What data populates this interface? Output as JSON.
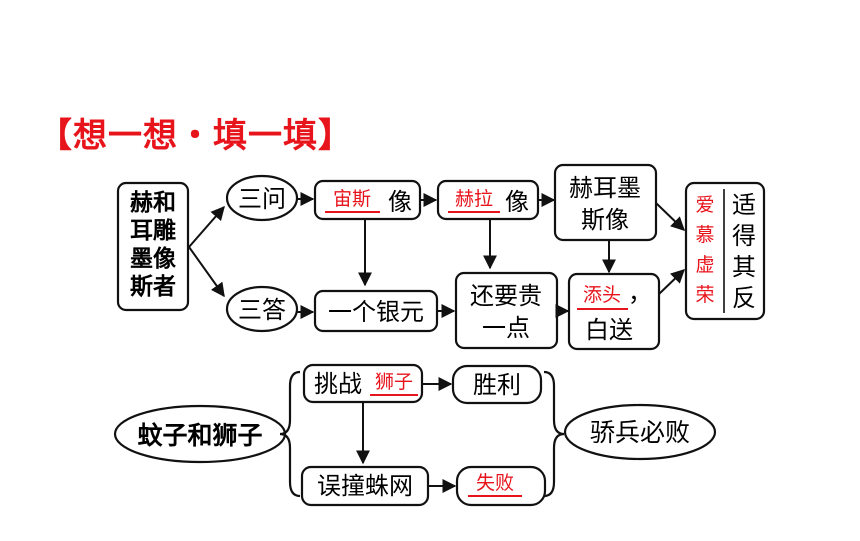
{
  "heading": "【想一想・填一填】",
  "colors": {
    "answer": "#e8141c",
    "ink": "#111111"
  },
  "diagram1": {
    "root": [
      "赫和",
      "耳雕",
      "墨像",
      "斯者"
    ],
    "three_asks": "三问",
    "three_answers": "三答",
    "ask1_answer": "宙斯",
    "ask1_suffix": "像",
    "ask2_answer": "赫拉",
    "ask2_suffix": "像",
    "ask3": [
      "赫耳墨",
      "斯像"
    ],
    "reply1": "一个银元",
    "reply2": [
      "还要贵",
      "一点"
    ],
    "reply3_answer": "添头",
    "reply3_rest": [
      "，",
      "白送"
    ],
    "reading_answer": [
      "爱",
      "慕",
      "虚",
      "荣"
    ],
    "conclusion": [
      "适",
      "得",
      "其",
      "反"
    ]
  },
  "diagram2": {
    "root": "蚊子和狮子",
    "step1_prefix": "挑战",
    "step1_answer": "狮子",
    "step1_result": "胜利",
    "step2": "误撞蛛网",
    "step2_answer": "失败",
    "moral": "骄兵必败"
  }
}
